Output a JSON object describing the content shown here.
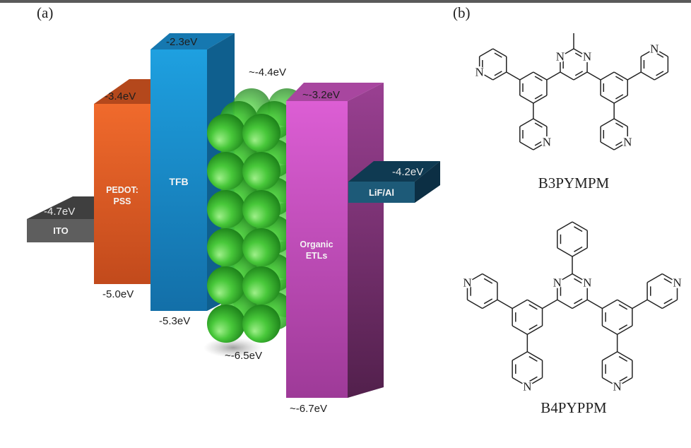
{
  "panels": {
    "a": "(a)",
    "b": "(b)"
  },
  "energy_diagram": {
    "ito": {
      "label": "ITO",
      "level": "-4.7eV"
    },
    "pedot": {
      "label_line1": "PEDOT:",
      "label_line2": "PSS",
      "top": "-3.4eV",
      "bottom": "-5.0eV"
    },
    "tfb": {
      "label": "TFB",
      "top": "-2.3eV",
      "bottom": "-5.3eV"
    },
    "emitter": {
      "top": "~-4.4eV",
      "bottom": "~-6.5eV"
    },
    "etl": {
      "label_line1": "Organic",
      "label_line2": "ETLs",
      "top": "~-3.2eV",
      "bottom": "~-6.7eV"
    },
    "cathode": {
      "label": "LiF/Al",
      "level": "-4.2eV"
    }
  },
  "colors": {
    "ito": "#5b5b5b",
    "pedot": "#e0602a",
    "tfb": "#1a8fd0",
    "spheres": "#3cbf2e",
    "etl": "#c94fc0",
    "cathode": "#1d5a78"
  },
  "molecules": {
    "atom_label": "N",
    "b3pympm": {
      "name": "B3PYMPM"
    },
    "b4pyppm": {
      "name": "B4PYPPM"
    }
  }
}
